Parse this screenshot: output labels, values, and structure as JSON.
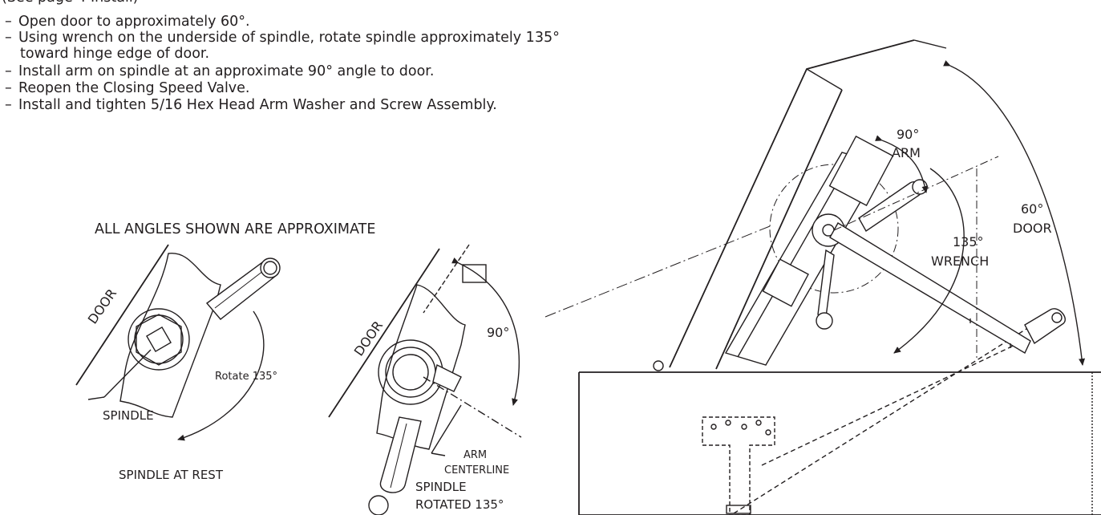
{
  "header_fragment": "(See page 4 Install)",
  "instructions": [
    {
      "dash": "–",
      "text": "Open door to approximately 60°."
    },
    {
      "dash": "–",
      "text": "Using wrench on the underside of spindle, rotate spindle approximately 135°"
    },
    {
      "dash": "",
      "text": "toward hinge edge of door."
    },
    {
      "dash": "–",
      "text": "Install arm on spindle at an approximate 90° angle to door."
    },
    {
      "dash": "–",
      "text": "Reopen the Closing Speed Valve."
    },
    {
      "dash": "–",
      "text": "Install and tighten 5/16 Hex Head Arm Washer and Screw Assembly."
    }
  ],
  "note": "ALL ANGLES SHOWN ARE APPROXIMATE",
  "figure_rest": {
    "door_label": "DOOR",
    "spindle_label": "SPINDLE",
    "rotate_label": "Rotate 135°",
    "caption": "SPINDLE AT REST"
  },
  "figure_rotated": {
    "door_label": "DOOR",
    "angle_label": "90°",
    "arm_label_line1": "ARM",
    "arm_label_line2": "CENTERLINE",
    "caption_line1": "SPINDLE",
    "caption_line2": "ROTATED 135°"
  },
  "figure_install": {
    "arm_angle": "90°",
    "arm_label": "ARM",
    "wrench_angle": "135°",
    "wrench_label": "WRENCH",
    "door_angle": "60°",
    "door_label": "DOOR"
  }
}
